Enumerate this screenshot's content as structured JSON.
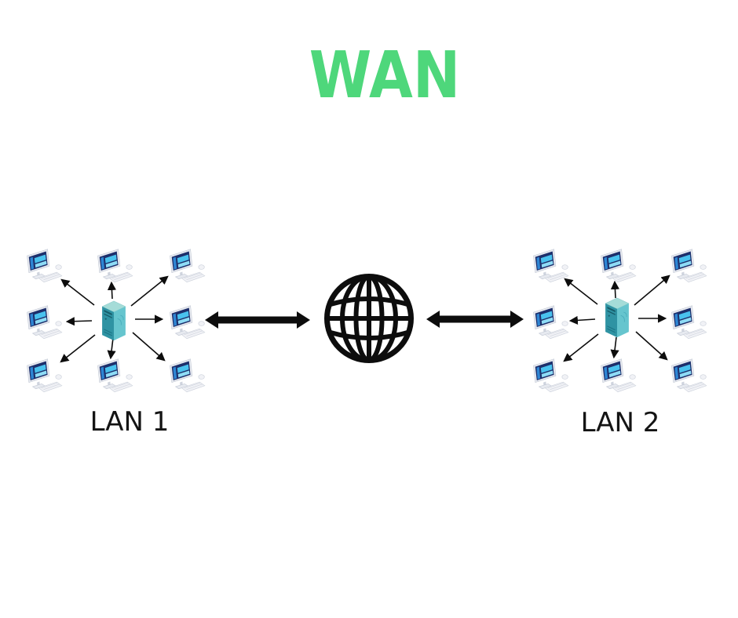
{
  "title": {
    "text": "WAN"
  },
  "colors": {
    "title_green": "#4ed77b",
    "diagram_black": "#0d0d0d",
    "device_frame": "#e7eaf0",
    "monitor_screen_navy": "#1d2f6b",
    "screen_blue": "#2e86d4",
    "screen_cyan": "#49c2ee",
    "server_teal_top": "#a5dcd8",
    "server_teal_front": "#2f93a3",
    "server_teal_side": "#66c5ce"
  },
  "internet": {
    "icon": "globe-icon"
  },
  "links": [
    {
      "from": "lan-1",
      "to": "internet",
      "bidirectional": true
    },
    {
      "from": "internet",
      "to": "lan-2",
      "bidirectional": true
    }
  ],
  "lans": [
    {
      "id": "lan-1",
      "label": "LAN 1",
      "workstations": 8,
      "server_icon": "server-tower-icon",
      "workstation_icon": "desktop-computer-icon"
    },
    {
      "id": "lan-2",
      "label": "LAN 2",
      "workstations": 8,
      "server_icon": "server-tower-icon",
      "workstation_icon": "desktop-computer-icon"
    }
  ]
}
